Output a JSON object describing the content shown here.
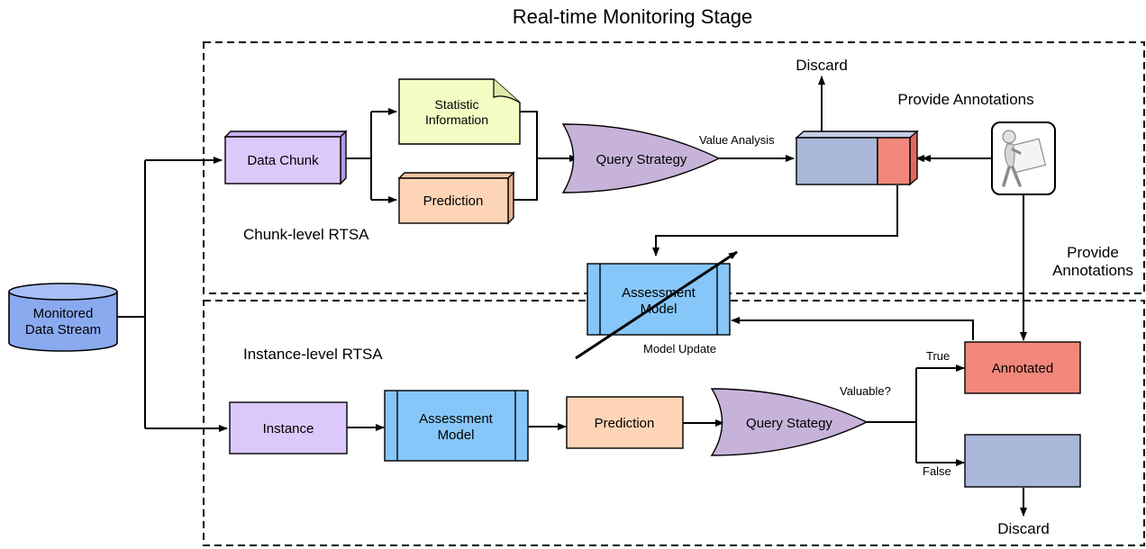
{
  "title": "Real-time Monitoring Stage",
  "chunk_level_label": "Chunk-level RTSA",
  "instance_level_label": "Instance-level RTSA",
  "nodes": {
    "data_stream": [
      "Monitored",
      "Data Stream"
    ],
    "data_chunk": "Data Chunk",
    "statistic_info": [
      "Statistic",
      "Information"
    ],
    "prediction_chunk": "Prediction",
    "query_strategy_chunk": "Query Strategy",
    "assessment_model_shared": [
      "Assessment",
      "Model"
    ],
    "instance": "Instance",
    "assessment_model_instance": [
      "Assessment",
      "Model"
    ],
    "prediction_instance": "Prediction",
    "query_strategy_instance": "Query Stategy",
    "annotated": "Annotated"
  },
  "edge_labels": {
    "value_analysis": "Value Analysis",
    "discard_top": "Discard",
    "provide_annotations_top": "Provide Annotations",
    "provide_annotations_side": [
      "Provide",
      "Annotations"
    ],
    "model_update": "Model Update",
    "valuable": "Valuable?",
    "true_label": "True",
    "false_label": "False",
    "discard_bottom": "Discard"
  },
  "colors": {
    "purple_box": "#dcc8fb",
    "yellow_doc": "#f4fcc4",
    "peach_box": "#fdd5b6",
    "query_gate": "#c7b3d9",
    "blue_buffer": "#a9b8d8",
    "red_sample": "#f2877b",
    "assessment_blue": "#86c6f8",
    "cylinder_blue": "#8aaaf0"
  },
  "icon": "person-holding-sign-icon"
}
